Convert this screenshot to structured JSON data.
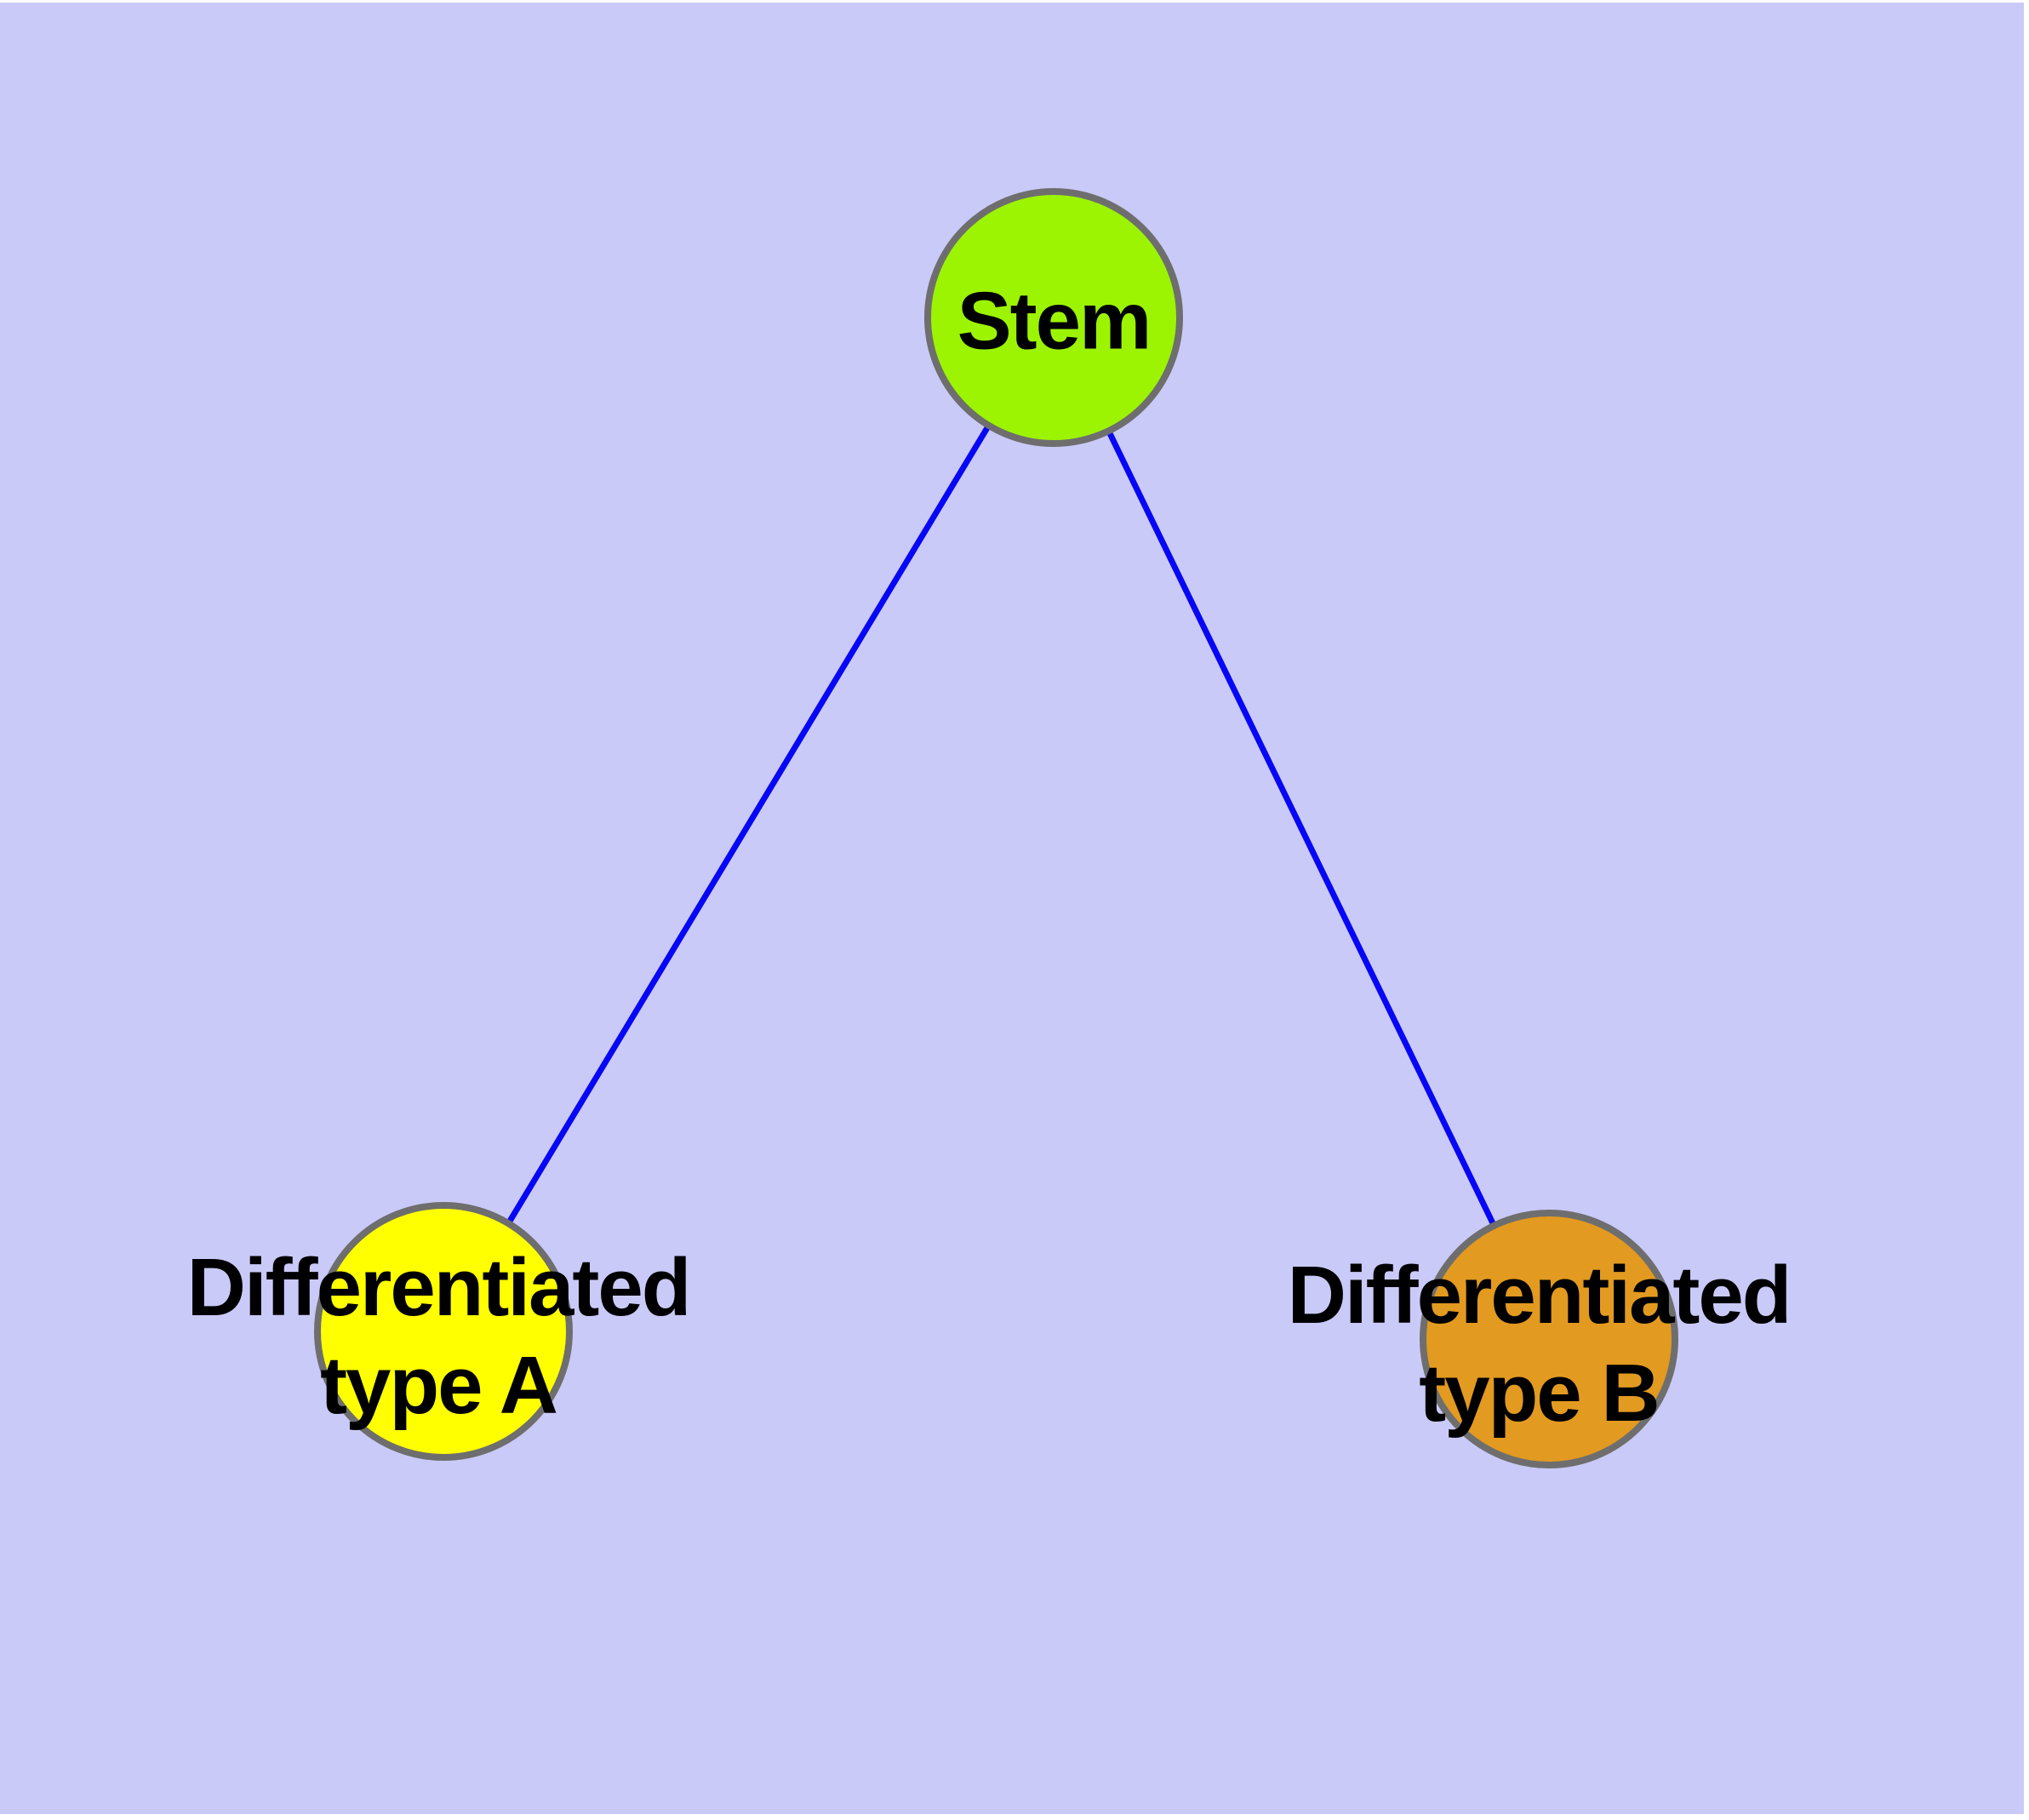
{
  "diagram": {
    "type": "node-link-graph",
    "background_color": "#CACAF9",
    "node_border_color": "#6E6E6E",
    "text_color": "#000000",
    "nodes": {
      "stem": {
        "label": "Stem",
        "color": "#9CF402"
      },
      "type_a": {
        "label_line1": "Differentiated",
        "label_line2": "type A",
        "color": "#FFFF00"
      },
      "type_b": {
        "label_line1": "Differentiated",
        "label_line2": "type B",
        "color": "#E29A20"
      }
    },
    "edges": {
      "color": "#0707F5",
      "list": [
        {
          "from": "stem",
          "to": "type_a"
        },
        {
          "from": "stem",
          "to": "type_b"
        }
      ]
    }
  }
}
